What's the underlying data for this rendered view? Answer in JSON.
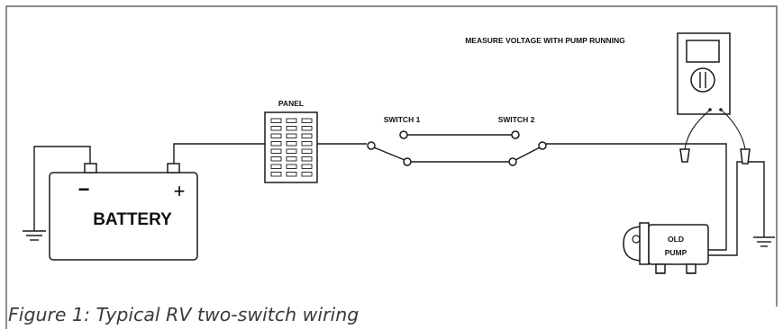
{
  "diagram": {
    "measure_note": "MEASURE VOLTAGE WITH PUMP RUNNING",
    "panel_label": "PANEL",
    "switch1_label": "SWITCH 1",
    "switch2_label": "SWITCH 2",
    "battery_label": "BATTERY",
    "battery_negative": "−",
    "battery_positive": "+",
    "pump_line1": "OLD",
    "pump_line2": "PUMP"
  },
  "caption": "Figure 1: Typical RV two-switch wiring"
}
